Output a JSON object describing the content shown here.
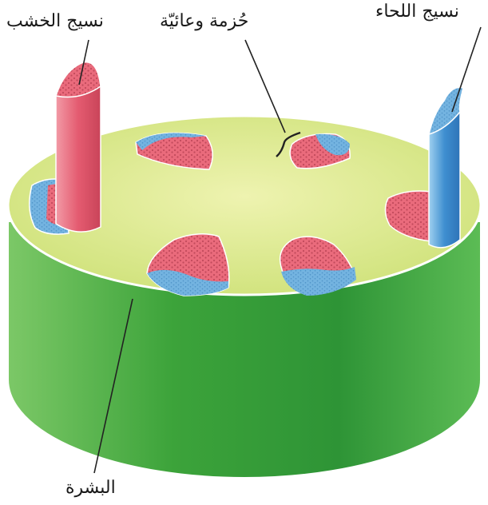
{
  "labels": {
    "xylem": "نسيج الخشب",
    "vascular_bundle": "حُزمة وعائيّة",
    "phloem": "نسيج اللحاء",
    "epidermis": "البشرة"
  },
  "colors": {
    "top_surface": "#e6ef9a",
    "side_wall": "#3eaa3c",
    "xylem": "#ea6b7c",
    "phloem": "#6fb0de",
    "outline": "#ffffff",
    "leader_line": "#222222"
  }
}
